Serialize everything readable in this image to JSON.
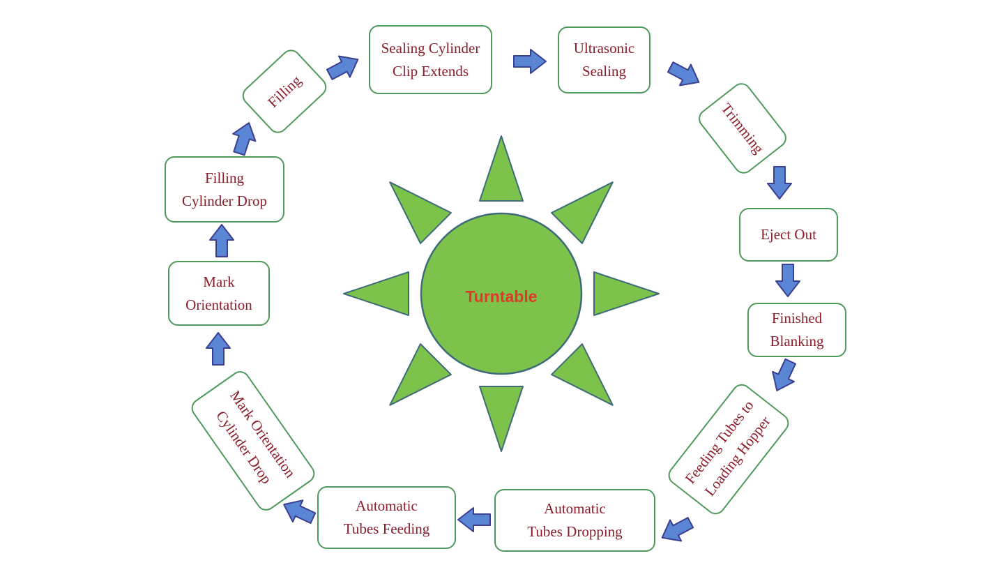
{
  "hub": {
    "label": "Turntable"
  },
  "steps": [
    {
      "id": "filling",
      "label": "Filling"
    },
    {
      "id": "sealing-cylinder-clip-extends",
      "label": "Sealing Cylinder\nClip Extends"
    },
    {
      "id": "ultrasonic-sealing",
      "label": "Ultrasonic\nSealing"
    },
    {
      "id": "trimming",
      "label": "Trimming"
    },
    {
      "id": "eject-out",
      "label": "Eject Out"
    },
    {
      "id": "finished-blanking",
      "label": "Finished\nBlanking"
    },
    {
      "id": "feeding-tubes-to-loading-hopper",
      "label": "Feeding Tubes to\nLoading Hopper"
    },
    {
      "id": "automatic-tubes-dropping",
      "label": "Automatic\nTubes Dropping"
    },
    {
      "id": "automatic-tubes-feeding",
      "label": "Automatic\nTubes Feeding"
    },
    {
      "id": "mark-orientation-cylinder-drop",
      "label": "Mark Orientation\nCylinder Drop"
    },
    {
      "id": "mark-orientation",
      "label": "Mark\nOrientation"
    },
    {
      "id": "filling-cylinder-drop",
      "label": "Filling\nCylinder Drop"
    }
  ],
  "colors": {
    "box_border": "#4e9a5b",
    "step_text": "#8b1c2a",
    "hub_fill": "#7dc24b",
    "hub_stroke": "#3e6a7a",
    "hub_text": "#e0392b",
    "arrow_fill": "#5b86d6",
    "arrow_stroke": "#3a3f8f"
  }
}
